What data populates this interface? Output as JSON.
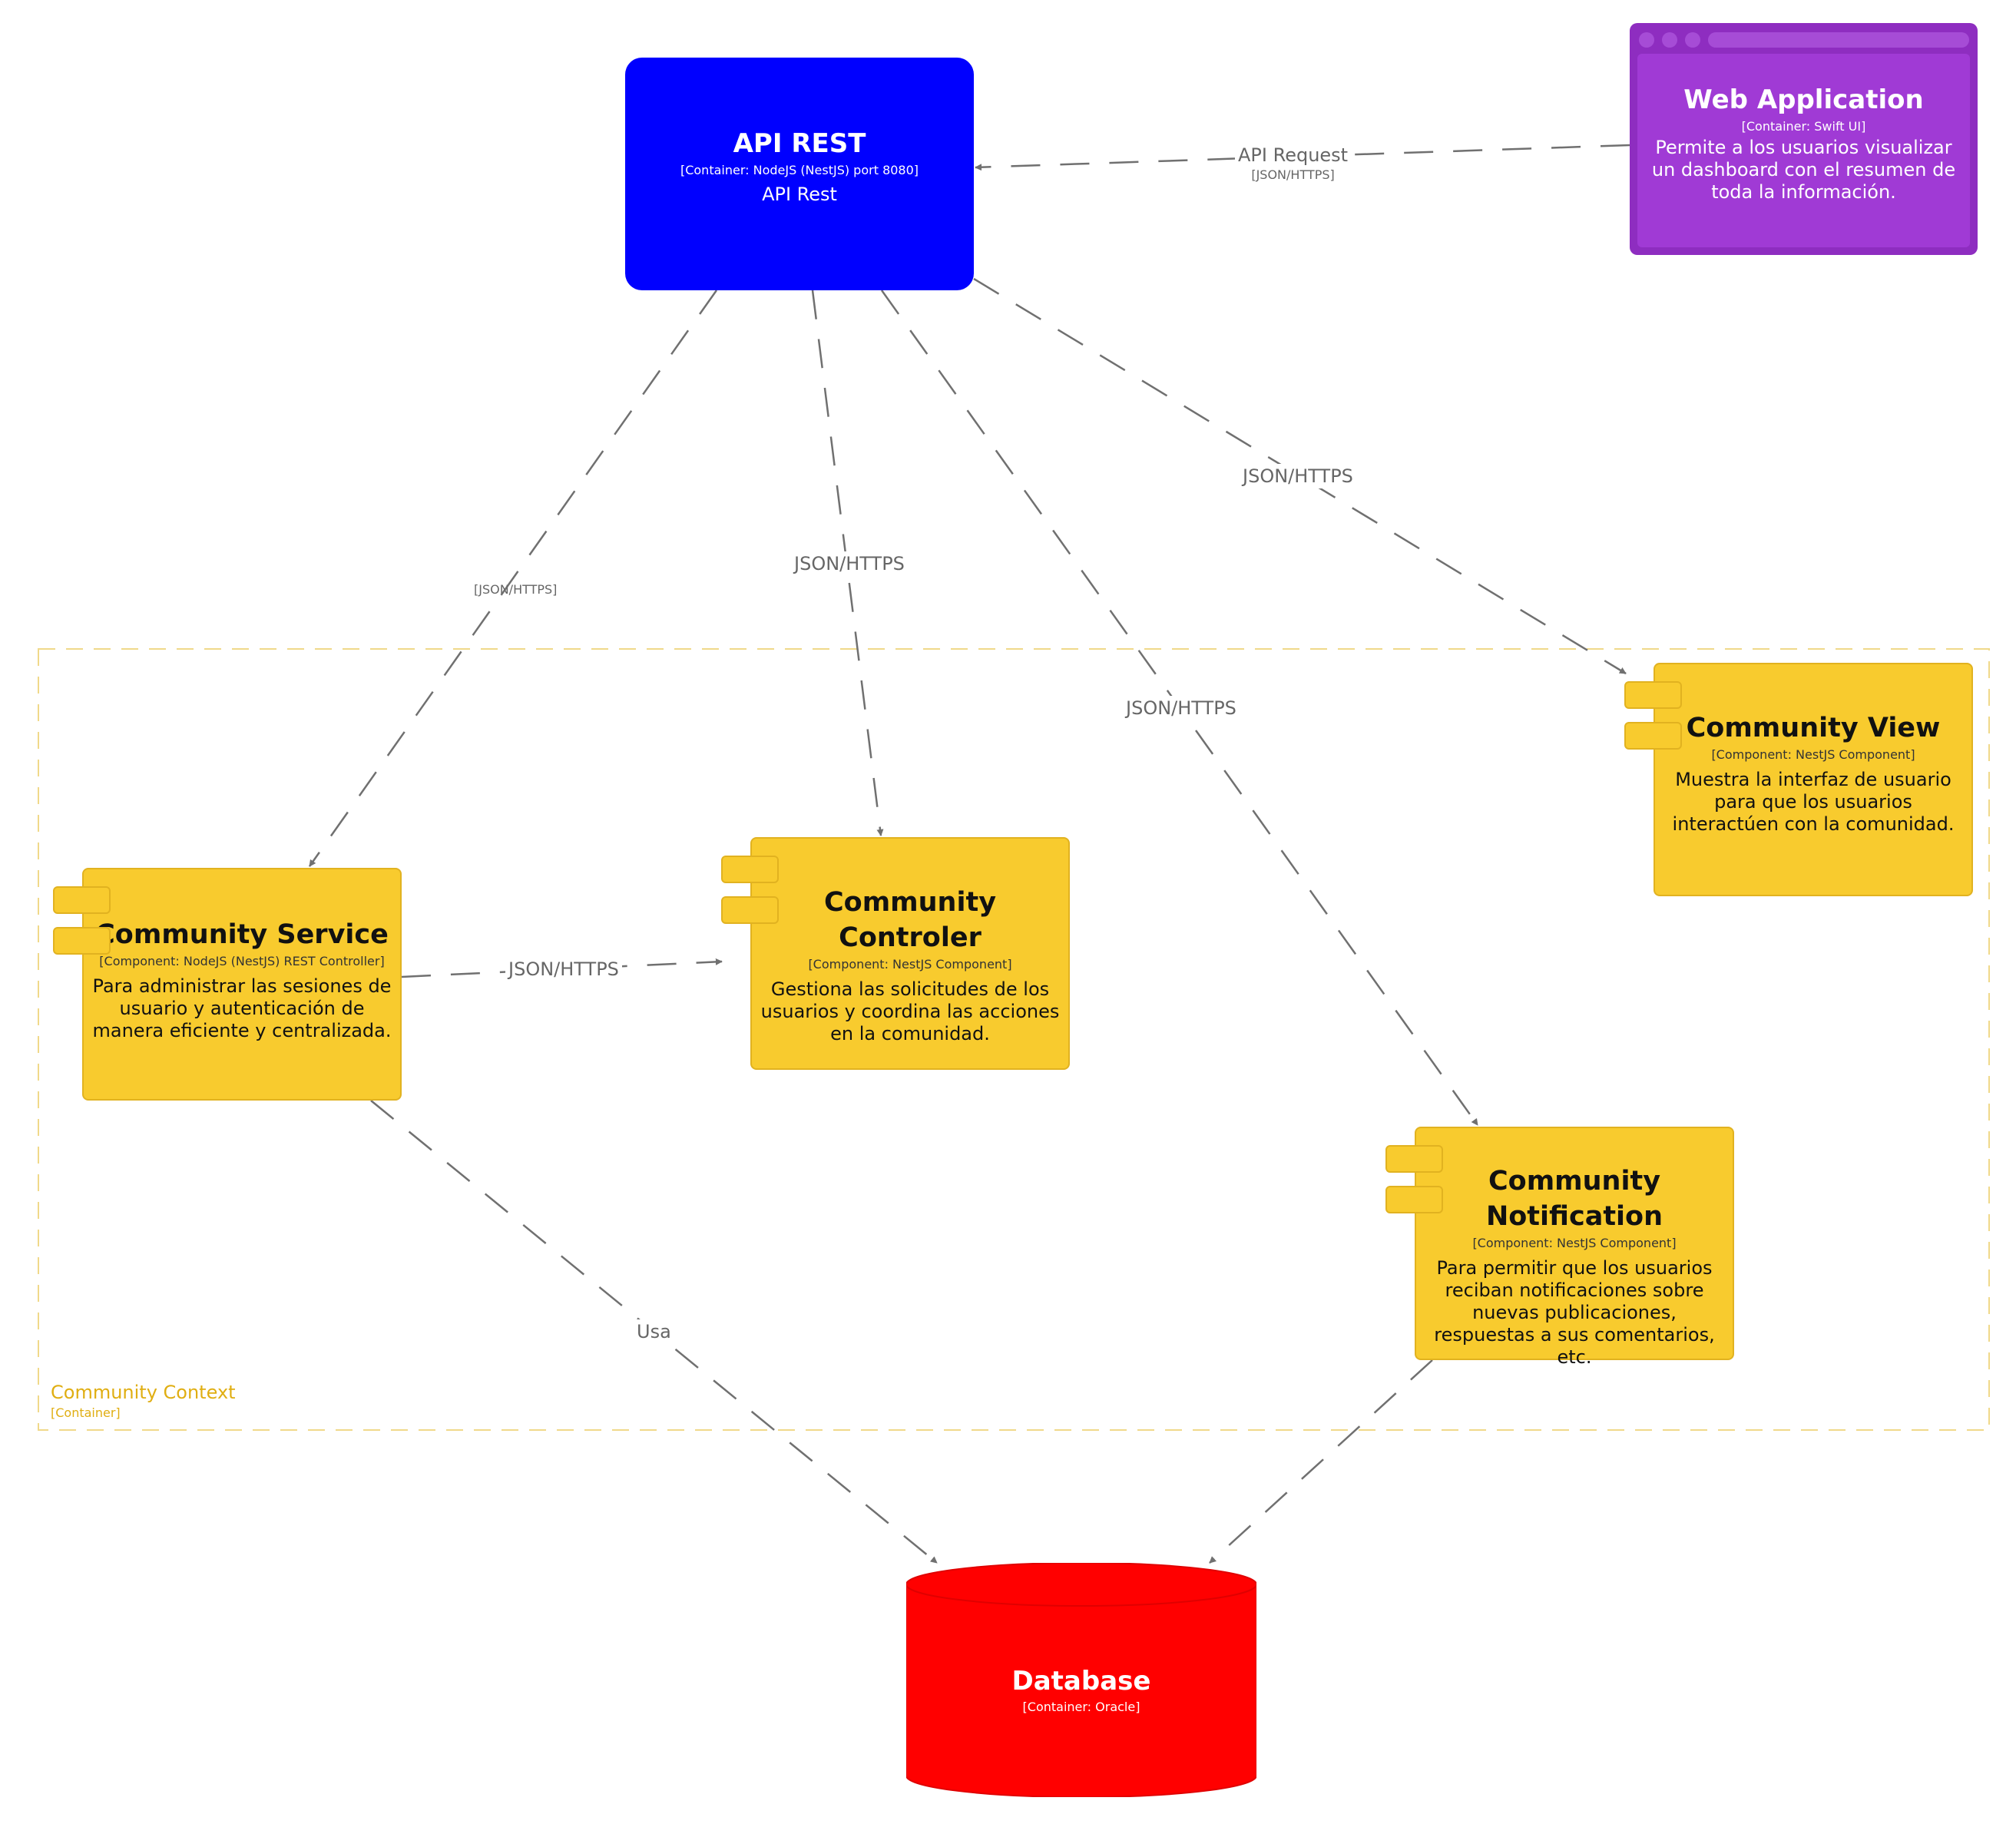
{
  "boundary": {
    "title": "Community Context",
    "tech": "[Container]"
  },
  "nodes": {
    "api_rest": {
      "title": "API REST",
      "tech": "[Container: NodeJS (NestJS) port 8080]",
      "desc": "API Rest",
      "color": "#0000ff"
    },
    "web_app": {
      "title": "Web Application",
      "tech": "[Container: Swift UI]",
      "desc": "Permite a los usuarios visualizar un dashboard con el resumen de toda la información.",
      "color": "#a03ad5"
    },
    "community_view": {
      "title": "Community View",
      "tech": "[Component: NestJS Component]",
      "desc": "Muestra la interfaz de usuario para que los usuarios interactúen con la comunidad.",
      "color": "#f8cb2e"
    },
    "community_service": {
      "title": "Community Service",
      "tech": "[Component: NodeJS (NestJS) REST Controller]",
      "desc": "Para administrar las sesiones de usuario y autenticación de manera eficiente y centralizada.",
      "color": "#f8cb2e"
    },
    "community_controler": {
      "title": "Community Controler",
      "tech": "[Component: NestJS Component]",
      "desc": "Gestiona las solicitudes de los usuarios y coordina las acciones en la comunidad.",
      "color": "#f8cb2e"
    },
    "community_notification": {
      "title": "Community Notification",
      "tech": "[Component: NestJS Component]",
      "desc": "Para permitir que los usuarios reciban notificaciones sobre nuevas publicaciones, respuestas a sus comentarios, etc.",
      "color": "#f8cb2e"
    },
    "database": {
      "title": "Database",
      "tech": "[Container: Oracle]",
      "color": "#ff0000"
    }
  },
  "edges": [
    {
      "id": "web-to-api",
      "from": "web_app",
      "to": "api_rest",
      "label": "API Request",
      "tech": "[JSON/HTTPS]"
    },
    {
      "id": "api-to-service",
      "from": "api_rest",
      "to": "community_service",
      "label": "",
      "tech": "[JSON/HTTPS]"
    },
    {
      "id": "api-to-controler",
      "from": "api_rest",
      "to": "community_controler",
      "label": "JSON/HTTPS",
      "tech": ""
    },
    {
      "id": "api-to-notification",
      "from": "api_rest",
      "to": "community_notification",
      "label": "JSON/HTTPS",
      "tech": ""
    },
    {
      "id": "api-to-view",
      "from": "api_rest",
      "to": "community_view",
      "label": "JSON/HTTPS",
      "tech": ""
    },
    {
      "id": "service-to-controler",
      "from": "community_service",
      "to": "community_controler",
      "label": "JSON/HTTPS",
      "tech": ""
    },
    {
      "id": "service-to-database",
      "from": "community_service",
      "to": "database",
      "label": "Usa",
      "tech": ""
    },
    {
      "id": "notification-to-database",
      "from": "community_notification",
      "to": "database",
      "label": "",
      "tech": ""
    }
  ]
}
